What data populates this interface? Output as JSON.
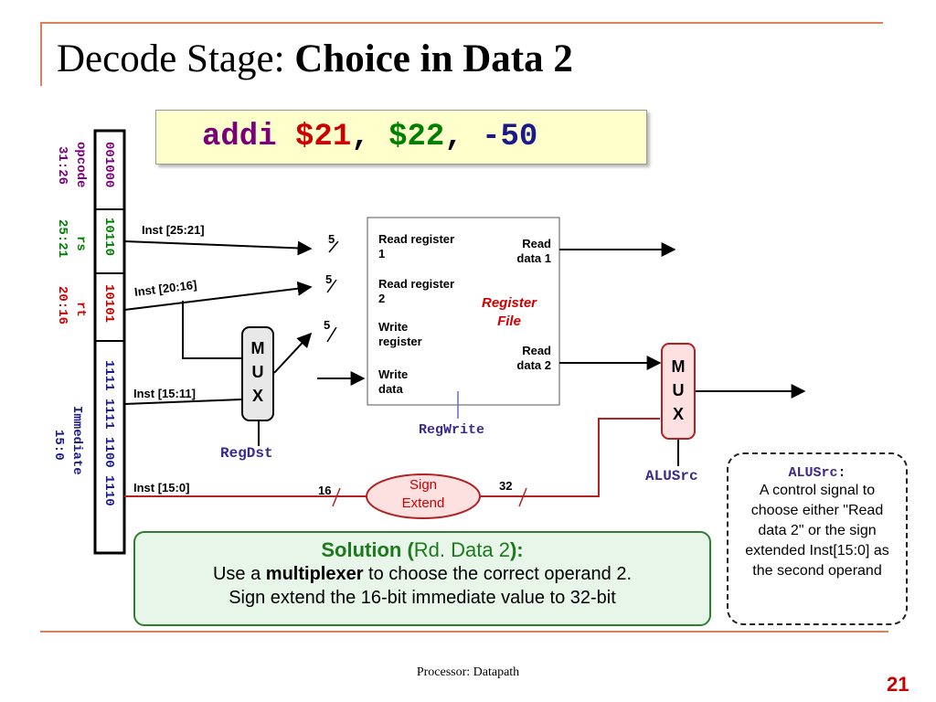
{
  "title": {
    "normal": "Decode Stage: ",
    "bold": "Choice in Data 2"
  },
  "instruction": {
    "op": "addi",
    "rt": "$21",
    "comma1": ",",
    "rs": "$22",
    "comma2": ",",
    "imm": "-50"
  },
  "fields": [
    {
      "bits": "001000",
      "name": "opcode",
      "range": "31:26",
      "color": "#7a007a"
    },
    {
      "bits": "10110",
      "name": "rs",
      "range": "25:21",
      "color": "#008000"
    },
    {
      "bits": "10101",
      "name": "rt",
      "range": "20:16",
      "color": "#cc0000"
    },
    {
      "bits": "1111 1111 1100 1110",
      "name": "Immediate",
      "range": "15:0",
      "color": "#1a1a8c"
    }
  ],
  "wires": {
    "inst_25_21": "Inst [25:21]",
    "inst_20_16": "Inst [20:16]",
    "inst_15_11": "Inst [15:11]",
    "inst_15_0": "Inst [15:0]",
    "width_5a": "5",
    "width_5b": "5",
    "width_5c": "5",
    "width_16": "16",
    "width_32": "32"
  },
  "register_file": {
    "read_reg1": "Read register 1",
    "read_reg2": "Read register 2",
    "write_reg": "Write register",
    "write_data": "Write data",
    "read_data1": "Read data 1",
    "read_data2": "Read data 2",
    "label": "Register File"
  },
  "mux1": {
    "letters": [
      "M",
      "U",
      "X"
    ],
    "control": "RegDst"
  },
  "mux2": {
    "letters": [
      "M",
      "U",
      "X"
    ],
    "control": "ALUSrc"
  },
  "regwrite": "RegWrite",
  "sign_extend": "Sign Extend",
  "solution": {
    "title_bold1": "Solution (",
    "title_normal": "Rd. Data 2",
    "title_bold2": "):",
    "line1_a": "Use a ",
    "line1_b": "multiplexer",
    "line1_c": " to choose the correct operand 2.",
    "line2": "Sign extend the 16-bit immediate value to 32-bit"
  },
  "note": {
    "title": "ALUSrc",
    "colon": ":",
    "body": "A control signal to choose either \"Read data 2\" or the sign extended Inst[15:0] as the second operand"
  },
  "footer": "Processor: Datapath",
  "page_number": "21",
  "colors": {
    "accent_rule": "#d9825b",
    "wire_red": "#b22222",
    "mux_fill": "#e8e8e8",
    "mux2_fill": "#fde0e0",
    "sign_fill": "#fde0e0"
  }
}
